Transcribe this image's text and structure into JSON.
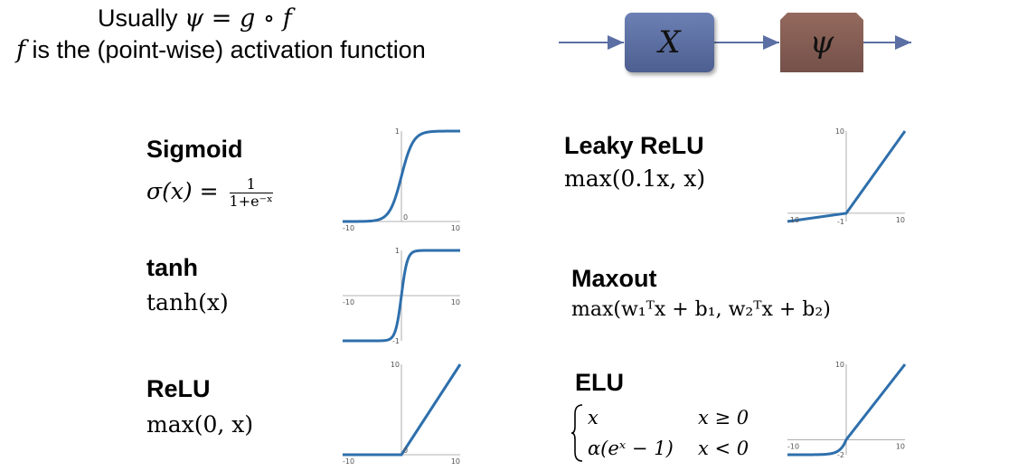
{
  "header": {
    "line1_prefix": "Usually",
    "line1_expr": "ψ = g ∘ f",
    "line2_var": "f",
    "line2_text": "is the (point-wise) activation function"
  },
  "pipeline": {
    "block1_label": "X",
    "block2_label": "ψ",
    "block1_color": "#5a6e9f",
    "block2_color": "#856056",
    "arrow_color": "#5b6fa4"
  },
  "functions": {
    "sigmoid": {
      "name": "Sigmoid",
      "formula_lhs": "σ(x) =",
      "formula_num": "1",
      "formula_den": "1+e⁻ˣ"
    },
    "tanh": {
      "name": "tanh",
      "formula": "tanh(x)"
    },
    "relu": {
      "name": "ReLU",
      "formula": "max(0, x)"
    },
    "leaky": {
      "name": "Leaky ReLU",
      "formula": "max(0.1x, x)"
    },
    "maxout": {
      "name": "Maxout",
      "formula": "max(w₁ᵀx + b₁, w₂ᵀx + b₂)"
    },
    "elu": {
      "name": "ELU",
      "case1": "x",
      "cond1": "x ≥ 0",
      "case2": "α(eˣ − 1)",
      "cond2": "x < 0"
    }
  },
  "chart_data": [
    {
      "type": "line",
      "id": "sigmoid",
      "x_range": [
        -10,
        10
      ],
      "y_range": [
        0,
        1
      ],
      "tick_labels": {
        "xmin": "-10",
        "xmax": "10",
        "ytop": "1",
        "origin": "0"
      },
      "series_color": "#2e6fac"
    },
    {
      "type": "line",
      "id": "tanh",
      "x_range": [
        -10,
        10
      ],
      "y_range": [
        -1,
        1
      ],
      "tick_labels": {
        "xmin": "-10",
        "xmax": "10",
        "ytop": "1",
        "ybottom": "-1"
      },
      "series_color": "#2e6fac"
    },
    {
      "type": "line",
      "id": "relu",
      "x_range": [
        -10,
        10
      ],
      "y_range": [
        0,
        10
      ],
      "tick_labels": {
        "xmin": "-10",
        "xmax": "10",
        "ytop": "10",
        "origin": "0"
      },
      "series_color": "#2e6fac"
    },
    {
      "type": "line",
      "id": "leaky",
      "x_range": [
        -10,
        10
      ],
      "y_range": [
        -1,
        10
      ],
      "tick_labels": {
        "xmin": "-10",
        "xmax": "10",
        "ytop": "10",
        "ybottom": "-1"
      },
      "series_color": "#2e6fac"
    },
    {
      "type": "line",
      "id": "elu",
      "x_range": [
        -10,
        10
      ],
      "y_range": [
        -2,
        10
      ],
      "tick_labels": {
        "xmin": "-10",
        "xmax": "10",
        "ytop": "10",
        "ybottom": "-2"
      },
      "series_color": "#2e6fac"
    }
  ]
}
